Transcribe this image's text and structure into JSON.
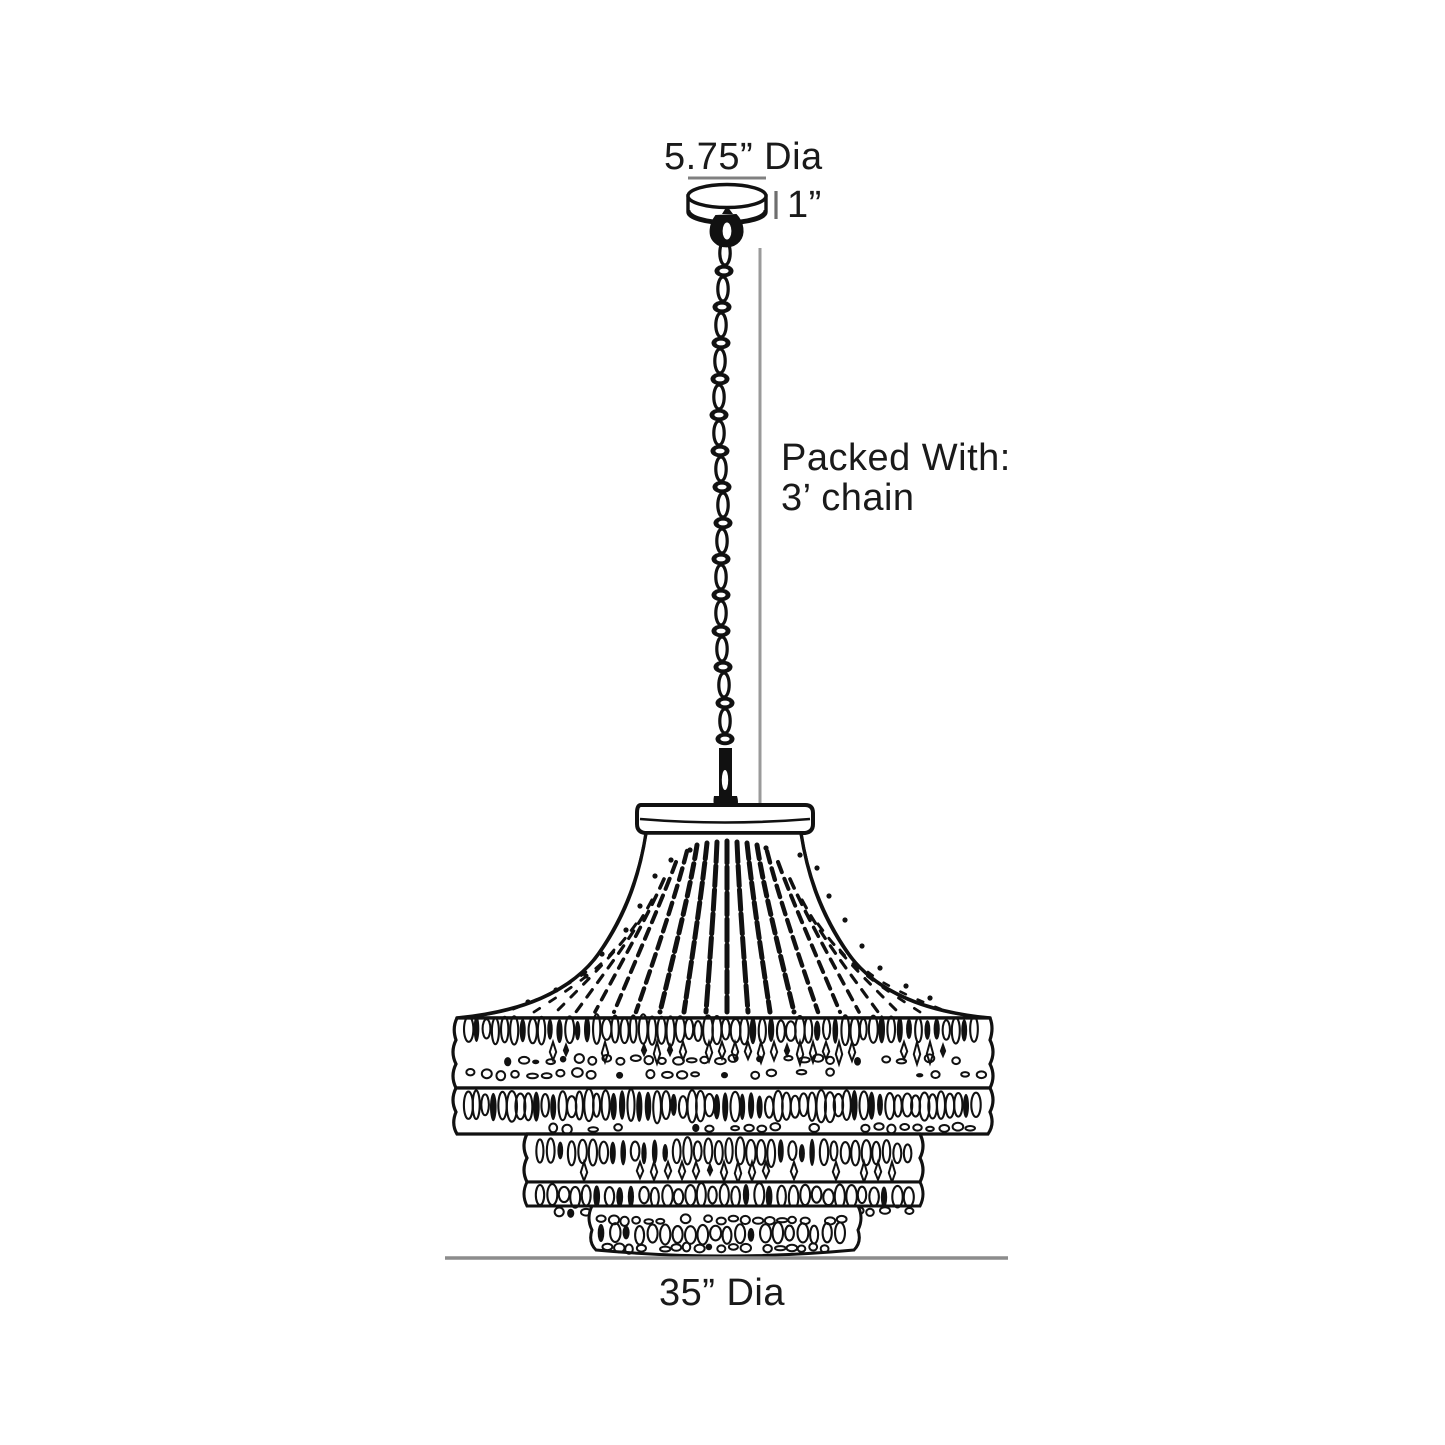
{
  "drawing": {
    "type": "product-dimension-diagram",
    "subject": "beaded tiered pendant chandelier",
    "background_color": "#ffffff",
    "line_color": "#111111",
    "dimension_line_color": "#808080",
    "text_color": "#1a1a1a"
  },
  "annotations": {
    "canopy_diameter": "5.75” Dia",
    "canopy_height": "1”",
    "packed_with_label": "Packed With:",
    "packed_with_value": "3’ chain",
    "fixture_diameter": "35” Dia"
  },
  "dimensions": {
    "canopy_diameter_value": 5.75,
    "canopy_diameter_unit": "in",
    "canopy_height_value": 1,
    "canopy_height_unit": "in",
    "chain_length_value": 3,
    "chain_length_unit": "ft",
    "fixture_diameter_value": 35,
    "fixture_diameter_unit": "in"
  },
  "parts": {
    "canopy": "ceiling canopy",
    "hanging_loop": "hanging loop",
    "chain": "oval link chain",
    "stem": "stem rod",
    "shade_cap": "shade top cap band",
    "shade_dome": "beaded bell dome",
    "tier_1": "beaded tier one",
    "tier_2": "beaded tier two",
    "tier_3": "beaded tier three",
    "tier_4": "beaded tier four"
  }
}
